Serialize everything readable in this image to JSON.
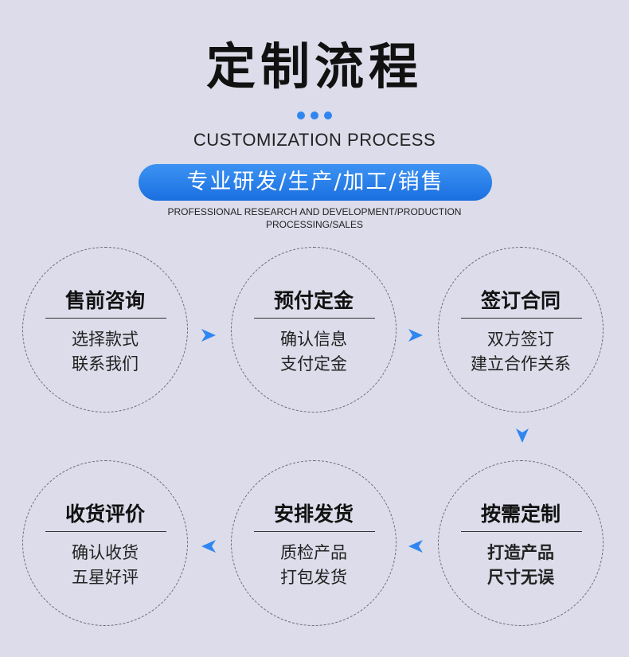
{
  "header": {
    "title": "定制流程",
    "subtitle": "CUSTOMIZATION PROCESS",
    "pill_text": "专业研发/生产/加工/销售",
    "pill_english_line1": "PROFESSIONAL RESEARCH AND DEVELOPMENT/PRODUCTION",
    "pill_english_line2": "PROCESSING/SALES"
  },
  "colors": {
    "accent": "#2f86f0",
    "background": "#dcdcea"
  },
  "steps": [
    {
      "title": "售前咨询",
      "line1": "选择款式",
      "line2": "联系我们"
    },
    {
      "title": "预付定金",
      "line1": "确认信息",
      "line2": "支付定金"
    },
    {
      "title": "签订合同",
      "line1": "双方签订",
      "line2": "建立合作关系"
    },
    {
      "title": "按需定制",
      "line1": "打造产品",
      "line2": "尺寸无误"
    },
    {
      "title": "安排发货",
      "line1": "质检产品",
      "line2": "打包发货"
    },
    {
      "title": "收货评价",
      "line1": "确认收货",
      "line2": "五星好评"
    }
  ]
}
